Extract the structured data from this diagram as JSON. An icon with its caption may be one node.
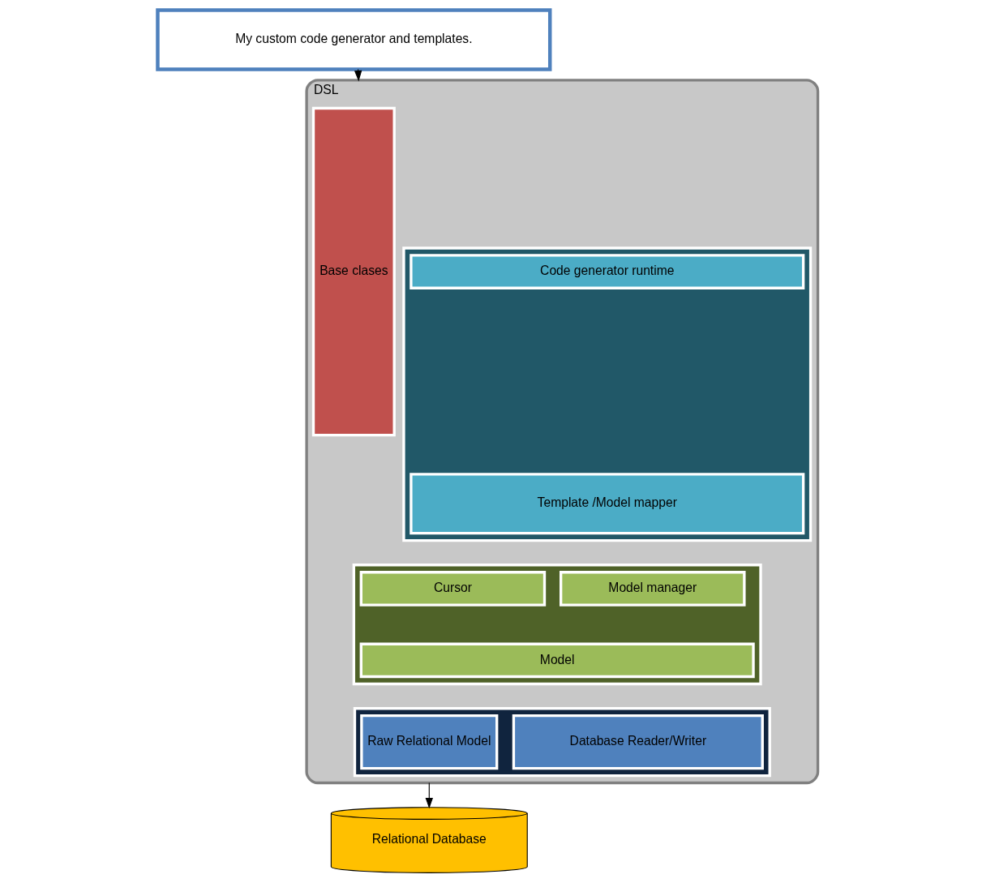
{
  "diagram": {
    "nodes": [
      {
        "text": [
          "My custom code generator and templates."
        ]
      },
      {
        "text": [
          "DSL"
        ]
      },
      {
        "text": [
          "Base clases"
        ],
        "in": 1
      },
      {
        "text": [],
        "shape": "box",
        "in": 1
      },
      {
        "text": [
          "Code generator runtime"
        ],
        "in": 3
      },
      {
        "text": [
          "Template /Model mapper"
        ],
        "in": 3
      },
      {
        "text": [],
        "shape": "box",
        "in": 1
      },
      {
        "text": [
          "Model manager"
        ],
        "in": 6
      },
      {
        "text": [
          "Cursor"
        ],
        "in": 6
      },
      {
        "text": [
          "Model"
        ],
        "in": 6
      },
      {
        "text": [],
        "shape": "box",
        "in": 1
      },
      {
        "text": [
          "Database Reader/Writer"
        ],
        "in": 10
      },
      {
        "text": [
          "Raw Relational Model"
        ],
        "in": 10
      },
      {
        "text": [
          "Relational Database"
        ]
      }
    ],
    "edges": [
      {
        "from": 0,
        "to": 1,
        "arrow": "to"
      },
      {
        "from": 1,
        "to": 13,
        "arrow": "to"
      }
    ]
  }
}
